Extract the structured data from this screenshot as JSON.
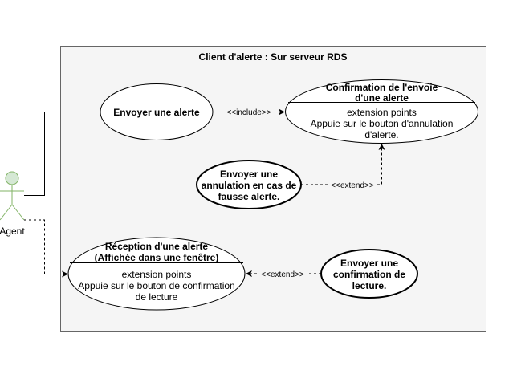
{
  "system": {
    "title": "Client d'alerte : Sur serveur RDS"
  },
  "actor": {
    "label": "Agent"
  },
  "use_cases": {
    "send_alert": {
      "label": "Envoyer une alerte"
    },
    "confirm_send": {
      "title_lines": [
        "Confirmation de l'envoie",
        "d'une alerte"
      ],
      "ext_header": "extension points",
      "ext_lines": [
        "Appuie sur le bouton d'annulation",
        "d'alerte."
      ]
    },
    "cancel_false_alert": {
      "lines": [
        "Envoyer une",
        "annulation en cas de",
        "fausse alerte."
      ]
    },
    "receive_alert": {
      "title_lines": [
        "Réception d'une alerte",
        "(Affichée dans une fenêtre)"
      ],
      "ext_header": "extension points",
      "ext_lines": [
        "Appuie sur le bouton de confirmation",
        "de lecture"
      ]
    },
    "send_read_confirm": {
      "lines": [
        "Envoyer une",
        "confirmation de",
        "lecture."
      ]
    }
  },
  "relations": {
    "include_label": "<<include>>",
    "extend_label_top": "<<extend>>",
    "extend_label_bottom": "<<extend>>"
  },
  "colors": {
    "system_fill": "#f5f5f5",
    "system_stroke": "#666666",
    "actor_fill": "#d5e8d4",
    "actor_stroke": "#82b366",
    "stroke": "#000000"
  }
}
